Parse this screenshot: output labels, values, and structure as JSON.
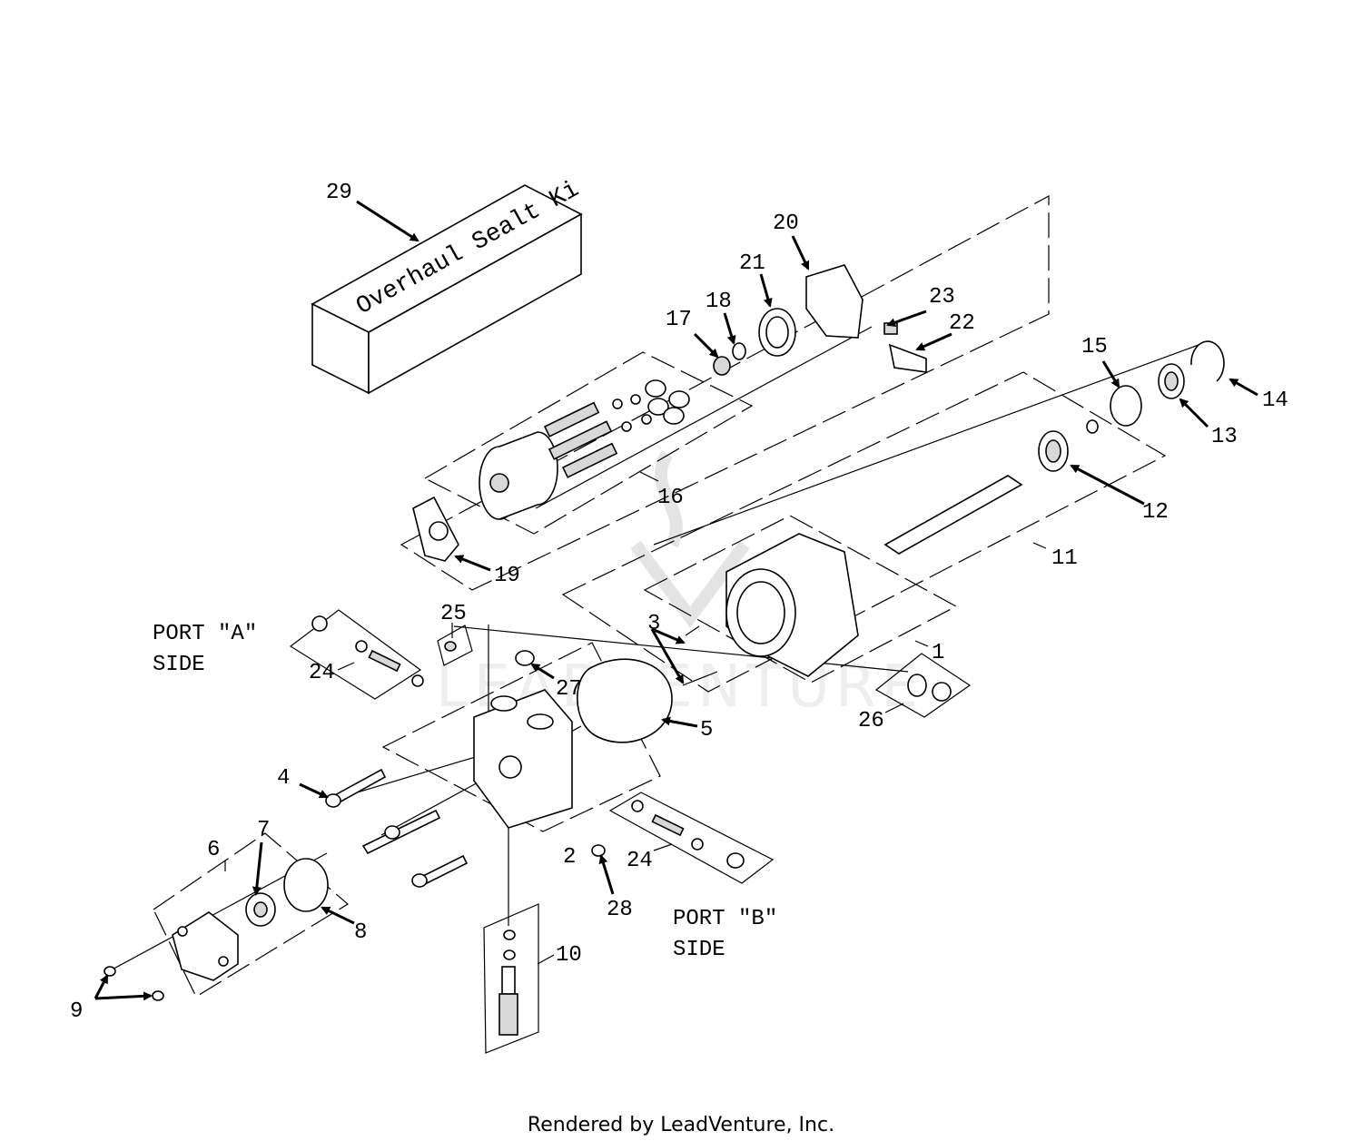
{
  "kit_label": "Overhaul Sealt Ki",
  "footer": "Rendered by LeadVenture, Inc.",
  "watermark": "LEADVENTURE",
  "sides": {
    "port_a": [
      "PORT \"A\"",
      "SIDE"
    ],
    "port_b": [
      "PORT \"B\"",
      "SIDE"
    ]
  },
  "callouts": [
    "1",
    "2",
    "3",
    "4",
    "5",
    "6",
    "7",
    "8",
    "9",
    "10",
    "11",
    "12",
    "13",
    "14",
    "15",
    "16",
    "17",
    "18",
    "19",
    "20",
    "21",
    "22",
    "23",
    "24",
    "24",
    "25",
    "26",
    "27",
    "28",
    "29"
  ]
}
